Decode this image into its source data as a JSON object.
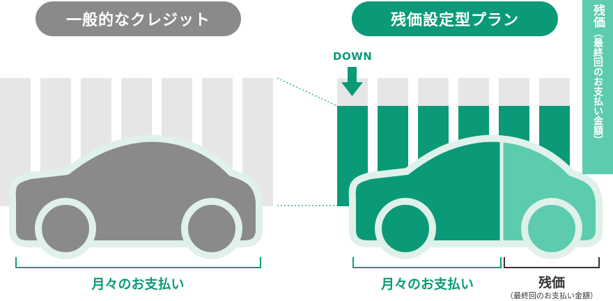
{
  "headers": {
    "left": "一般的なクレジット",
    "right": "残価設定型プラン"
  },
  "annotations": {
    "down": "DOWN",
    "left_bracket_label": "月々のお支払い",
    "right_bracket_label": "月々のお支払い",
    "residual_label": "残価",
    "residual_sublabel": "（最終回のお支払い金額）"
  },
  "vertical_banner": {
    "title": "残価",
    "subtitle": "（最終回のお支払い金額）"
  },
  "colors": {
    "gray_dark": "#8a8a8a",
    "gray_light": "#e6e6e6",
    "green_dark": "#0a9a78",
    "green_light": "#5ccbae",
    "outline": "#dff1ea"
  },
  "icons": {
    "down_arrow": "down-arrow-icon",
    "car_left": "car-gray-icon",
    "car_right": "car-green-icon"
  }
}
